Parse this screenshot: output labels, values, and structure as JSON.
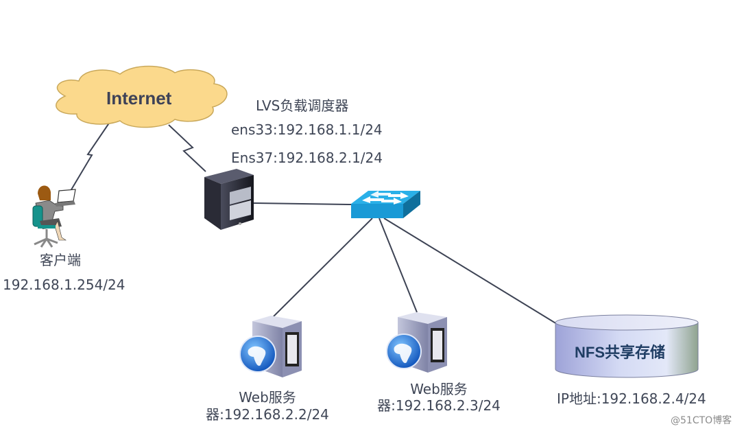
{
  "diagram": {
    "internet": {
      "label": "Internet"
    },
    "lvs": {
      "title": "LVS负载调度器",
      "ens33": "ens33:192.168.1.1/24",
      "ens37": "Ens37:192.168.2.1/24"
    },
    "client": {
      "title": "客户端",
      "ip": "192.168.1.254/24"
    },
    "web1": {
      "line1": "Web服务",
      "line2": "器:192.168.2.2/24"
    },
    "web2": {
      "line1": "Web服务",
      "line2": "器:192.168.2.3/24"
    },
    "nfs": {
      "label": "NFS共享存储",
      "ip": "IP地址:192.168.2.4/24"
    },
    "watermark": "@51CTO博客",
    "colors": {
      "cloud_fill": "#fbd98c",
      "cloud_stroke": "#c9a85a",
      "switch_blue": "#1a9ad6",
      "line": "#3d4354",
      "text": "#3f4656",
      "nfs_text": "#1f3d63"
    }
  }
}
